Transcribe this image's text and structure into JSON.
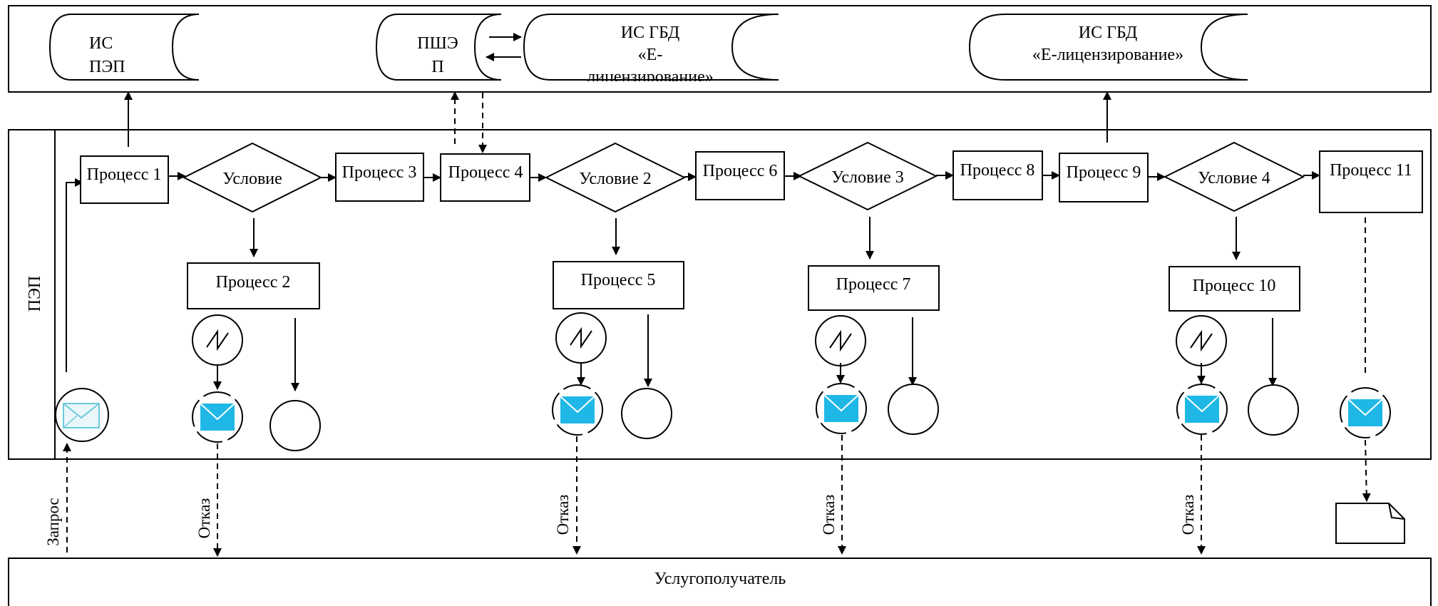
{
  "systems": {
    "is_pep": [
      "ИС",
      "ПЭП"
    ],
    "pshep": [
      "ПШЭ",
      "П"
    ],
    "is_gbd_1": [
      "ИС ГБД",
      "«Е-",
      "лицензирование»"
    ],
    "is_gbd_2": [
      "ИС ГБД",
      "«Е-лицензирование»"
    ]
  },
  "lane": {
    "label": "ПЭП"
  },
  "processes": {
    "p1": "Процесс 1",
    "p2": "Процесс 2",
    "p3": "Процесс 3",
    "p4": "Процесс 4",
    "p5": "Процесс 5",
    "p6": "Процесс 6",
    "p7": "Процесс 7",
    "p8": "Процесс 8",
    "p9": "Процесс 9",
    "p10": "Процесс 10",
    "p11": "Процесс 11"
  },
  "conditions": {
    "c1": "Условие",
    "c2": "Условие 2",
    "c3": "Условие 3",
    "c4": "Условие 4"
  },
  "flows": {
    "request": "Запрос",
    "reject1": "Отказ",
    "reject2": "Отказ",
    "reject3": "Отказ",
    "reject4": "Отказ"
  },
  "recipient": {
    "label": "Услугополучатель"
  },
  "colors": {
    "line": "#000000",
    "envelope": "#1fb8e6",
    "envelope_outline": "#6cc9d9"
  }
}
